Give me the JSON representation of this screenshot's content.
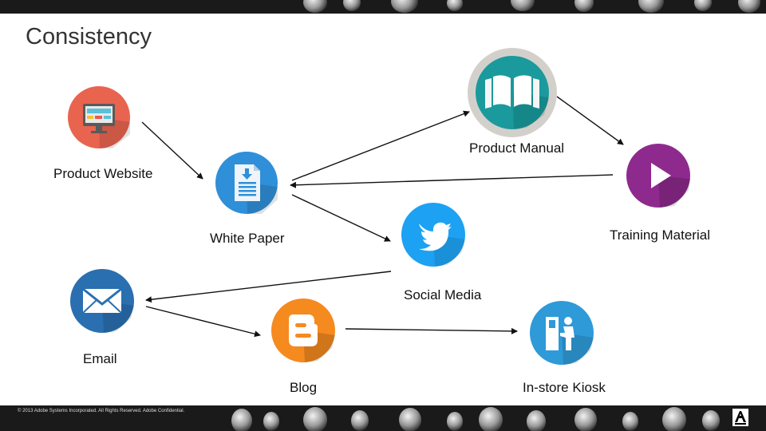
{
  "slide": {
    "title": "Consistency"
  },
  "nodes": {
    "product_website": {
      "label": "Product Website",
      "icon": "monitor-icon",
      "color": "#e8644f"
    },
    "white_paper": {
      "label": "White Paper",
      "icon": "document-download-icon",
      "color": "#2f8fd8"
    },
    "product_manual": {
      "label": "Product Manual",
      "icon": "open-book-icon",
      "color": "#1a9a9c"
    },
    "training_material": {
      "label": "Training Material",
      "icon": "play-icon",
      "color": "#8e2a8e"
    },
    "social_media": {
      "label": "Social Media",
      "icon": "twitter-bird-icon",
      "color": "#1da1f2"
    },
    "email": {
      "label": "Email",
      "icon": "envelope-icon",
      "color": "#2a6fb0"
    },
    "blog": {
      "label": "Blog",
      "icon": "blogger-icon",
      "color": "#f58a1f"
    },
    "kiosk": {
      "label": "In-store Kiosk",
      "icon": "kiosk-icon",
      "color": "#2e9ad8"
    }
  },
  "footer": {
    "copyright": "© 2013 Adobe Systems Incorporated.  All Rights Reserved.  Adobe Confidential.",
    "logo_text": "Adobe"
  }
}
